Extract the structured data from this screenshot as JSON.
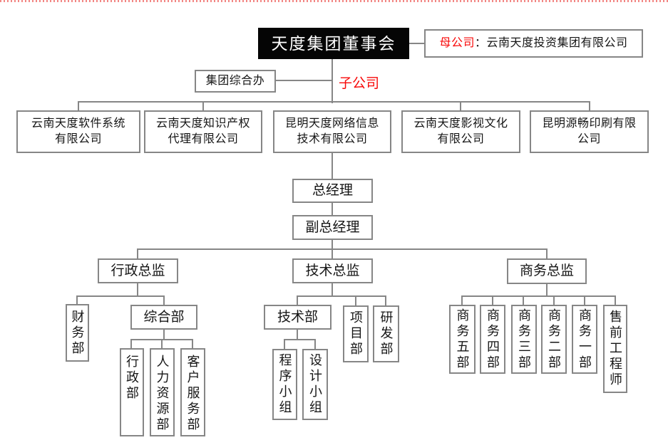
{
  "colors": {
    "line": "#868686",
    "red": "#f80808",
    "divider_dot": "#f28784",
    "board_bg": "#050505"
  },
  "board": {
    "label": "天度集团董事会"
  },
  "parent_company": {
    "prefix": "母公司",
    "rest": "：云南天度投资集团有限公司"
  },
  "group_office": {
    "label": "集团综合办"
  },
  "subsidiary_tag": {
    "label": "子公司"
  },
  "subsidiaries": [
    {
      "label": "云南天度软件系统\n有限公司"
    },
    {
      "label": "云南天度知识产权\n代理有限公司"
    },
    {
      "label": "昆明天度网络信息\n技术有限公司"
    },
    {
      "label": "云南天度影视文化\n有限公司"
    },
    {
      "label": "昆明源畅印刷有限\n公司"
    }
  ],
  "management": {
    "general_manager": "总经理",
    "deputy_general_manager": "副总经理"
  },
  "directors": {
    "admin": "行政总监",
    "tech": "技术总监",
    "business": "商务总监"
  },
  "admin_branch": {
    "finance": "财务部",
    "general_office": "综合部",
    "administration": "行政部",
    "human_resources": "人力资源部",
    "customer_service": "客户服务部"
  },
  "tech_branch": {
    "technology": "技术部",
    "program_team": "程序小组",
    "design_team": "设计小组",
    "project": "项目部",
    "rnd": "研发部"
  },
  "business_branch": {
    "dept5": "商务五部",
    "dept4": "商务四部",
    "dept3": "商务三部",
    "dept2": "商务二部",
    "dept1": "商务一部",
    "presales_engineer": "售前工程师"
  }
}
